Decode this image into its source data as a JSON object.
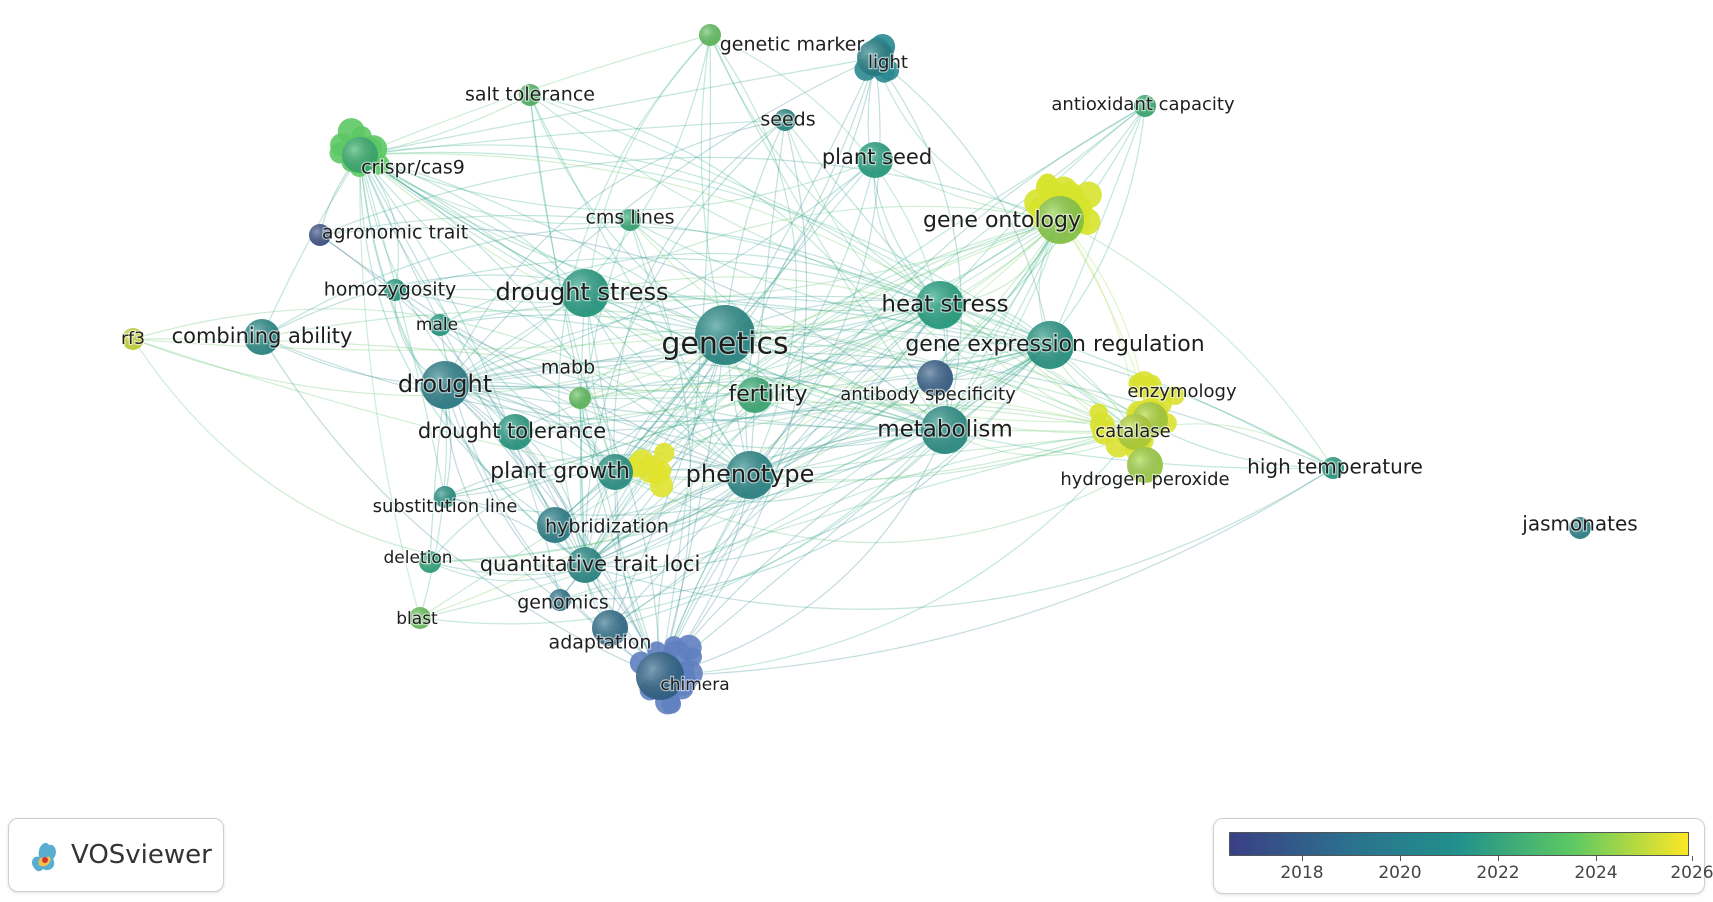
{
  "colors": {
    "scale": [
      "#414487",
      "#2a788e",
      "#22a884",
      "#7ad151",
      "#fde725"
    ]
  },
  "nodes": [
    {
      "id": "genetics",
      "label": "genetics",
      "size": "xl",
      "year": 2020.6,
      "font": 30
    },
    {
      "id": "phenotype",
      "label": "phenotype",
      "size": "lg",
      "year": 2020.4,
      "font": 24
    },
    {
      "id": "drought",
      "label": "drought",
      "size": "lg",
      "year": 2020.0,
      "font": 24
    },
    {
      "id": "drought-stress",
      "label": "drought stress",
      "size": "lg",
      "year": 2021.6,
      "font": 24
    },
    {
      "id": "heat-stress",
      "label": "heat stress",
      "size": "lg",
      "year": 2021.8,
      "font": 23
    },
    {
      "id": "metabolism",
      "label": "metabolism",
      "size": "lg",
      "year": 2020.8,
      "font": 23
    },
    {
      "id": "gene-expression-regulation",
      "label": "gene expression regulation",
      "size": "lg",
      "year": 2021.2,
      "font": 22
    },
    {
      "id": "gene-ontology",
      "label": "gene ontology",
      "size": "lg",
      "year": 2024.6,
      "font": 22
    },
    {
      "id": "plant-growth",
      "label": "plant growth",
      "size": "md",
      "year": 2021.0,
      "font": 22
    },
    {
      "id": "fertility",
      "label": "fertility",
      "size": "md",
      "year": 2022.5,
      "font": 22
    },
    {
      "id": "quantitative-trait-loci",
      "label": "quantitative trait loci",
      "size": "md",
      "year": 2020.6,
      "font": 21
    },
    {
      "id": "drought-tolerance",
      "label": "drought tolerance",
      "size": "md",
      "year": 2021.4,
      "font": 21
    },
    {
      "id": "combining-ability",
      "label": "combining ability",
      "size": "md",
      "year": 2020.6,
      "font": 21
    },
    {
      "id": "plant-seed",
      "label": "plant seed",
      "size": "md",
      "year": 2021.8,
      "font": 21
    },
    {
      "id": "crispr-cas9",
      "label": "crispr/cas9",
      "size": "md",
      "year": 2022.6,
      "font": 19
    },
    {
      "id": "agronomic-trait",
      "label": "agronomic trait",
      "size": "sm",
      "year": 2017.8,
      "font": 19
    },
    {
      "id": "homozygosity",
      "label": "homozygosity",
      "size": "sm",
      "year": 2021.4,
      "font": 19
    },
    {
      "id": "male",
      "label": "male",
      "size": "sm",
      "year": 2021.5,
      "font": 17
    },
    {
      "id": "rf3",
      "label": "rf3",
      "size": "sm",
      "year": 2025.8,
      "font": 17
    },
    {
      "id": "cms-lines",
      "label": "cms lines",
      "size": "sm",
      "year": 2022.4,
      "font": 19
    },
    {
      "id": "salt-tolerance",
      "label": "salt tolerance",
      "size": "sm",
      "year": 2023.2,
      "font": 19
    },
    {
      "id": "genetic-marker",
      "label": "genetic marker",
      "size": "sm",
      "year": 2023.6,
      "font": 19
    },
    {
      "id": "light",
      "label": "light",
      "size": "md",
      "year": 2020.2,
      "font": 18
    },
    {
      "id": "seeds",
      "label": "seeds",
      "size": "sm",
      "year": 2020.6,
      "font": 19
    },
    {
      "id": "antioxidant-capacity",
      "label": "antioxidant capacity",
      "size": "sm",
      "year": 2022.6,
      "font": 18
    },
    {
      "id": "mabb",
      "label": "mabb",
      "size": "sm",
      "year": 2023.6,
      "font": 19
    },
    {
      "id": "antibody-specificity",
      "label": "antibody specificity",
      "size": "md",
      "year": 2018.4,
      "font": 18
    },
    {
      "id": "enzymology",
      "label": "enzymology",
      "size": "md",
      "year": 2025.2,
      "font": 18
    },
    {
      "id": "catalase",
      "label": "catalase",
      "size": "md",
      "year": 2025.4,
      "font": 18
    },
    {
      "id": "hydrogen-peroxide",
      "label": "hydrogen peroxide",
      "size": "md",
      "year": 2025.0,
      "font": 18
    },
    {
      "id": "high-temperature",
      "label": "high temperature",
      "size": "sm",
      "year": 2021.6,
      "font": 20
    },
    {
      "id": "jasmonates",
      "label": "jasmonates",
      "size": "sm",
      "year": 2020.2,
      "font": 20
    },
    {
      "id": "substitution-line",
      "label": "substitution line",
      "size": "sm",
      "year": 2021.0,
      "font": 18
    },
    {
      "id": "hybridization",
      "label": "hybridization",
      "size": "md",
      "year": 2020.0,
      "font": 19
    },
    {
      "id": "deletion",
      "label": "deletion",
      "size": "sm",
      "year": 2022.2,
      "font": 17
    },
    {
      "id": "genomics",
      "label": "genomics",
      "size": "sm",
      "year": 2019.4,
      "font": 19
    },
    {
      "id": "blast",
      "label": "blast",
      "size": "sm",
      "year": 2023.8,
      "font": 17
    },
    {
      "id": "adaptation",
      "label": "adaptation",
      "size": "md",
      "year": 2019.2,
      "font": 19
    },
    {
      "id": "chimera",
      "label": "chimera",
      "size": "lg",
      "year": 2018.8,
      "font": 17
    }
  ],
  "legend": {
    "min_year": 2017.2,
    "max_year": 2026.6,
    "ticks": [
      "2018",
      "2020",
      "2022",
      "2024",
      "2026"
    ]
  },
  "branding": {
    "vosviewer": "VOSviewer"
  }
}
